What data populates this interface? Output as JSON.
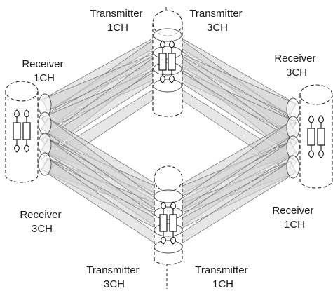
{
  "labels": {
    "tx_top_1ch": [
      "Transmitter",
      "1CH"
    ],
    "tx_top_3ch": [
      "Transmitter",
      "3CH"
    ],
    "rx_left_1ch": [
      "Receiver",
      "1CH"
    ],
    "rx_right_3ch": [
      "Receiver",
      "3CH"
    ],
    "rx_left_3ch": [
      "Receiver",
      "3CH"
    ],
    "rx_right_1ch": [
      "Receiver",
      "1CH"
    ],
    "tx_bottom_3ch": [
      "Transmitter",
      "3CH"
    ],
    "tx_bottom_1ch": [
      "Transmitter",
      "1CH"
    ]
  }
}
